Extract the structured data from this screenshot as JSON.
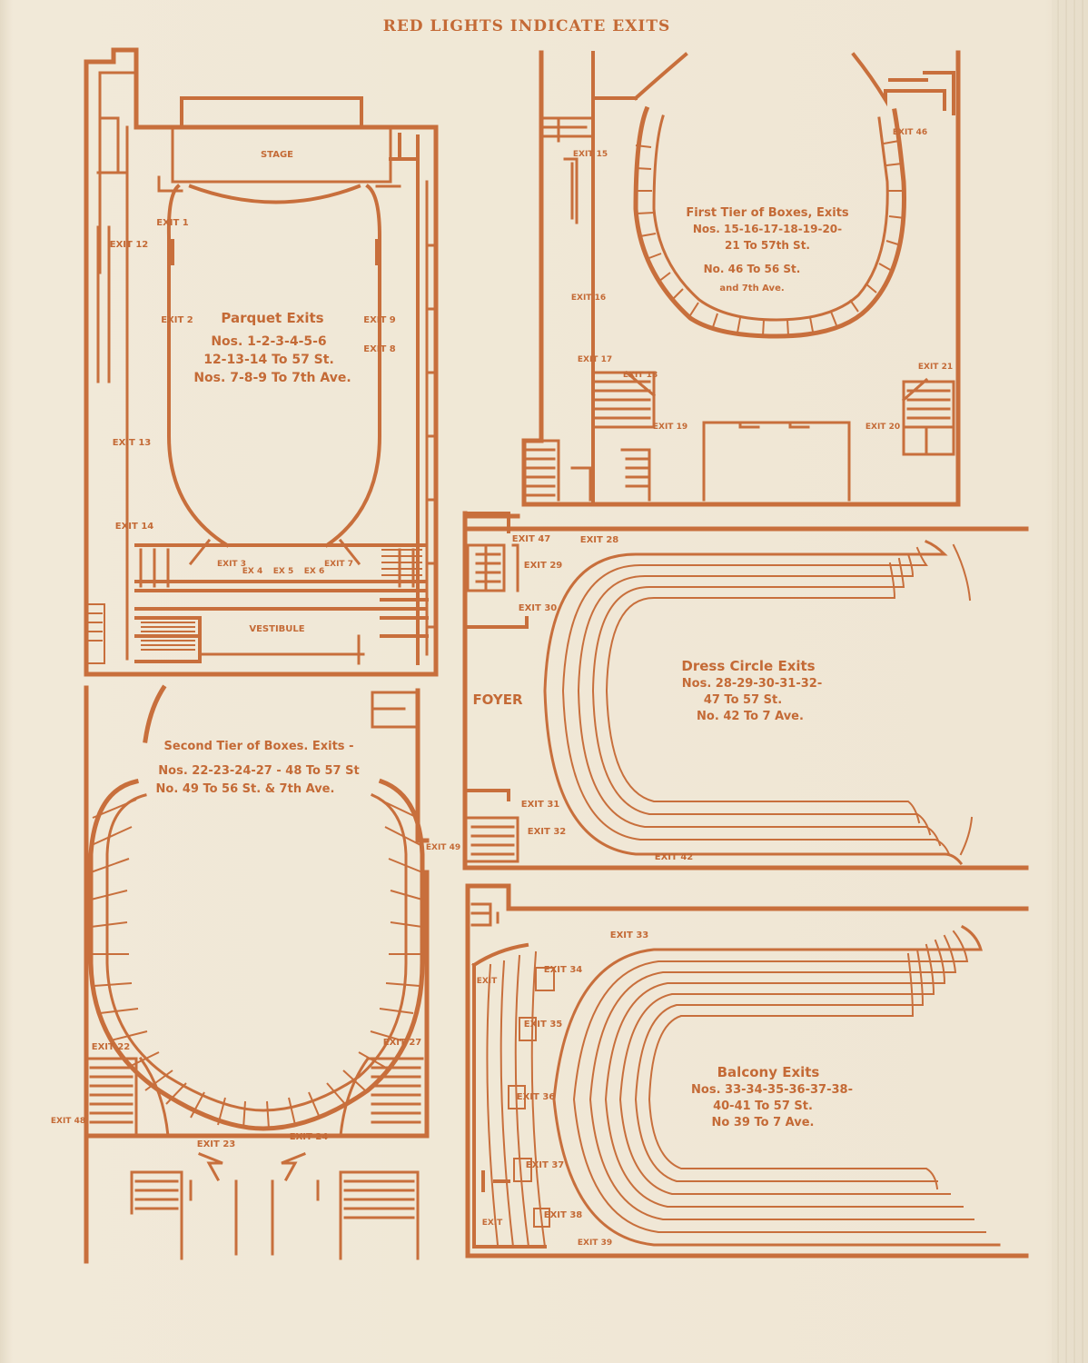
{
  "header": {
    "title": "RED LIGHTS INDICATE EXITS"
  },
  "parquet": {
    "heading": "Parquet Exits",
    "lines": [
      "Nos. 1-2-3-4-5-6",
      "12-13-14 To 57 St.",
      "Nos. 7-8-9 To 7th Ave."
    ],
    "stage": "STAGE",
    "vestibule": "VESTIBULE",
    "exits": [
      "EXIT 1",
      "EXIT 2",
      "EXIT 3",
      "EX 4",
      "EX 5",
      "EX 6",
      "EXIT 7",
      "EXIT 8",
      "EXIT 9",
      "EXIT 12",
      "EXIT 13",
      "EXIT 14"
    ]
  },
  "first_tier": {
    "lines": [
      "First Tier of Boxes, Exits",
      "Nos. 15-16-17-18-19-20-",
      "21 To 57th St.",
      "No. 46 To 56 St.",
      "and 7th Ave."
    ],
    "exits": [
      "EXIT 15",
      "EXIT 16",
      "EXIT 17",
      "EXIT 18",
      "EXIT 19",
      "EXIT 20",
      "EXIT 21",
      "EXIT 46"
    ]
  },
  "second_tier": {
    "lines": [
      "Second Tier of Boxes. Exits -",
      "Nos. 22-23-24-27 - 48 To 57 St",
      "No. 49 To 56 St. & 7th Ave."
    ],
    "exits": [
      "EXIT 22",
      "EXIT 23",
      "EXIT 24",
      "EXIT 27",
      "EXIT 48",
      "EXIT 49"
    ]
  },
  "dress_circle": {
    "lines": [
      "Dress Circle Exits",
      "Nos. 28-29-30-31-32-",
      "47 To 57 St.",
      "No. 42 To 7 Ave."
    ],
    "foyer": "FOYER",
    "exits": [
      "EXIT 28",
      "EXIT 29",
      "EXIT 30",
      "EXIT 31",
      "EXIT 32",
      "EXIT 42",
      "EXIT 47"
    ]
  },
  "balcony": {
    "lines": [
      "Balcony Exits",
      "Nos. 33-34-35-36-37-38-",
      "40-41 To 57 St.",
      "No 39 To 7 Ave."
    ],
    "exits": [
      "EXIT 33",
      "EXIT 34",
      "EXIT 35",
      "EXIT 36",
      "EXIT 37",
      "EXIT 38",
      "EXIT 39",
      "EXIT",
      "EXIT"
    ]
  },
  "colors": {
    "ink": "#c86f3c",
    "paper": "#efe6d4"
  }
}
